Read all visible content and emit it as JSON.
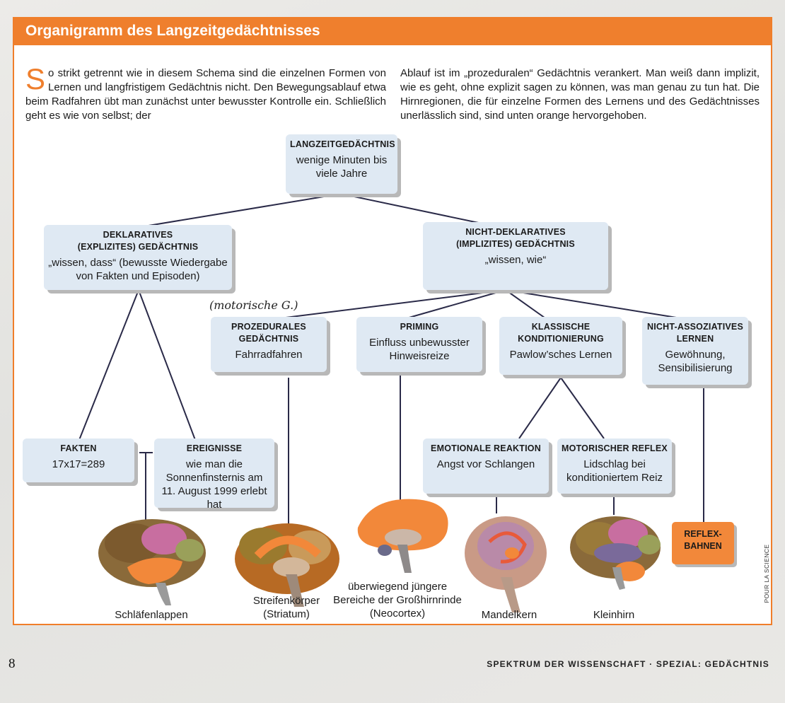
{
  "header": {
    "title": "Organigramm des Langzeitgedächtnisses"
  },
  "intro": {
    "dropcap": "S",
    "left_text": "o strikt getrennt wie in diesem Schema sind die einzelnen Formen von Lernen und langfristigem Gedächtnis nicht. Den Bewegungsablauf etwa beim Radfahren übt man zunächst unter bewusster Kontrolle ein. Schließlich geht es wie von selbst; der",
    "right_text": "Ablauf ist im „prozeduralen“ Gedächtnis verankert. Man weiß dann implizit, wie es geht, ohne explizit sagen zu können, was man genau zu tun hat. Die Hirnregionen, die für einzelne Formen des Lernens und des Gedächtnisses unerlässlich sind, sind unten orange hervorgehoben."
  },
  "nodes": {
    "root": {
      "title": "LANGZEITGEDÄCHTNIS",
      "desc": "wenige Minuten bis viele Jahre"
    },
    "declarative": {
      "title_line1": "DEKLARATIVES",
      "title_line2": "(EXPLIZITES) GEDÄCHTNIS",
      "desc": "„wissen, dass“ (bewusste Wiedergabe von Fakten und Episoden)"
    },
    "nondeclarative": {
      "title_line1": "NICHT-DEKLARATIVES",
      "title_line2": "(IMPLIZITES) GEDÄCHTNIS",
      "desc": "„wissen, wie“"
    },
    "procedural": {
      "title_line1": "PROZEDURALES",
      "title_line2": "GEDÄCHTNIS",
      "desc": "Fahrradfahren"
    },
    "priming": {
      "title": "PRIMING",
      "desc": "Einfluss unbewusster Hinweisreize"
    },
    "classical": {
      "title_line1": "KLASSISCHE",
      "title_line2": "KONDITIONIERUNG",
      "desc": "Pawlow’sches Lernen"
    },
    "nonassociative": {
      "title_line1": "NICHT-ASSOZIATIVES",
      "title_line2": "LERNEN",
      "desc": "Gewöhnung, Sensibilisierung"
    },
    "facts": {
      "title": "FAKTEN",
      "desc": "17x17=289"
    },
    "events": {
      "title": "EREIGNISSE",
      "desc": "wie man die Sonnenfinsternis am 11. August 1999 erlebt hat"
    },
    "emotional": {
      "title": "EMOTIONALE REAKTION",
      "desc": "Angst vor Schlangen"
    },
    "motor": {
      "title": "MOTORISCHER REFLEX",
      "desc": "Lidschlag bei konditioniertem Reiz"
    },
    "reflex": {
      "title_line1": "REFLEX-",
      "title_line2": "BAHNEN"
    }
  },
  "regions": {
    "temporal": "Schläfenlappen",
    "striatum_line1": "Streifenkörper",
    "striatum_line2": "(Striatum)",
    "neocortex_line1": "überwiegend jüngere",
    "neocortex_line2": "Bereiche der Großhirnrinde",
    "neocortex_line3": "(Neocortex)",
    "amygdala": "Mandelkern",
    "cerebellum": "Kleinhirn"
  },
  "annotation": "(motorische G.)",
  "credit": "POUR LA SCIENCE",
  "page_number": "8",
  "footer": "SPEKTRUM DER WISSENSCHAFT · SPEZIAL: GEDÄCHTNIS",
  "colors": {
    "accent": "#ef7f2d",
    "box": "#dfe9f3",
    "line": "#2a2a48"
  }
}
